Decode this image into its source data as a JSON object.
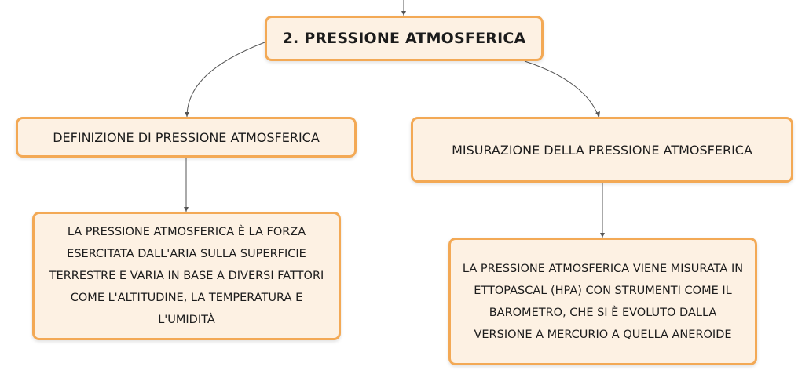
{
  "diagram": {
    "root": {
      "label": "2. PRESSIONE ATMOSFERICA"
    },
    "branches": [
      {
        "label": "DEFINIZIONE DI PRESSIONE ATMOSFERICA",
        "detail": "LA PRESSIONE ATMOSFERICA È LA FORZA ESERCITATA DALL'ARIA SULLA SUPERFICIE TERRESTRE E VARIA IN BASE A DIVERSI FATTORI COME L'ALTITUDINE, LA TEMPERATURA E L'UMIDITÀ"
      },
      {
        "label": "MISURAZIONE DELLA PRESSIONE ATMOSFERICA",
        "detail": "LA PRESSIONE ATMOSFERICA VIENE MISURATA IN ETTOPASCAL (HPA) CON STRUMENTI COME IL BAROMETRO, CHE SI È EVOLUTO DALLA VERSIONE A MERCURIO A QUELLA ANEROIDE"
      }
    ],
    "colors": {
      "node_fill": "#fdf1e3",
      "node_border": "#f3a955",
      "connector": "#555555"
    }
  }
}
